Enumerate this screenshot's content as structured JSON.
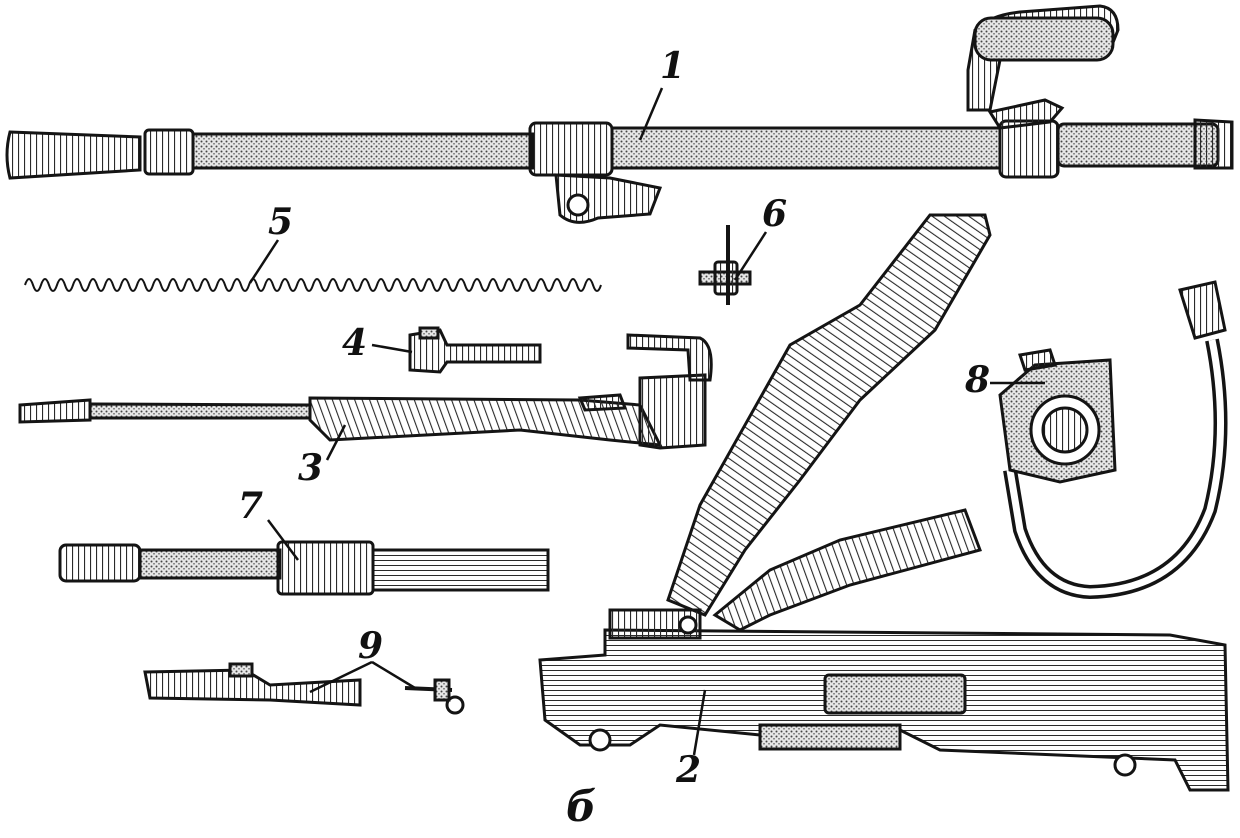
{
  "figure": {
    "caption": "б",
    "parts": [
      {
        "number": "1"
      },
      {
        "number": "2"
      },
      {
        "number": "3"
      },
      {
        "number": "4"
      },
      {
        "number": "5"
      },
      {
        "number": "6"
      },
      {
        "number": "7"
      },
      {
        "number": "8"
      },
      {
        "number": "9"
      }
    ]
  },
  "colors": {
    "ink": "#141414",
    "hatch": "#3a3a3a",
    "paper": "#ffffff",
    "mid": "#8c8c8c"
  }
}
